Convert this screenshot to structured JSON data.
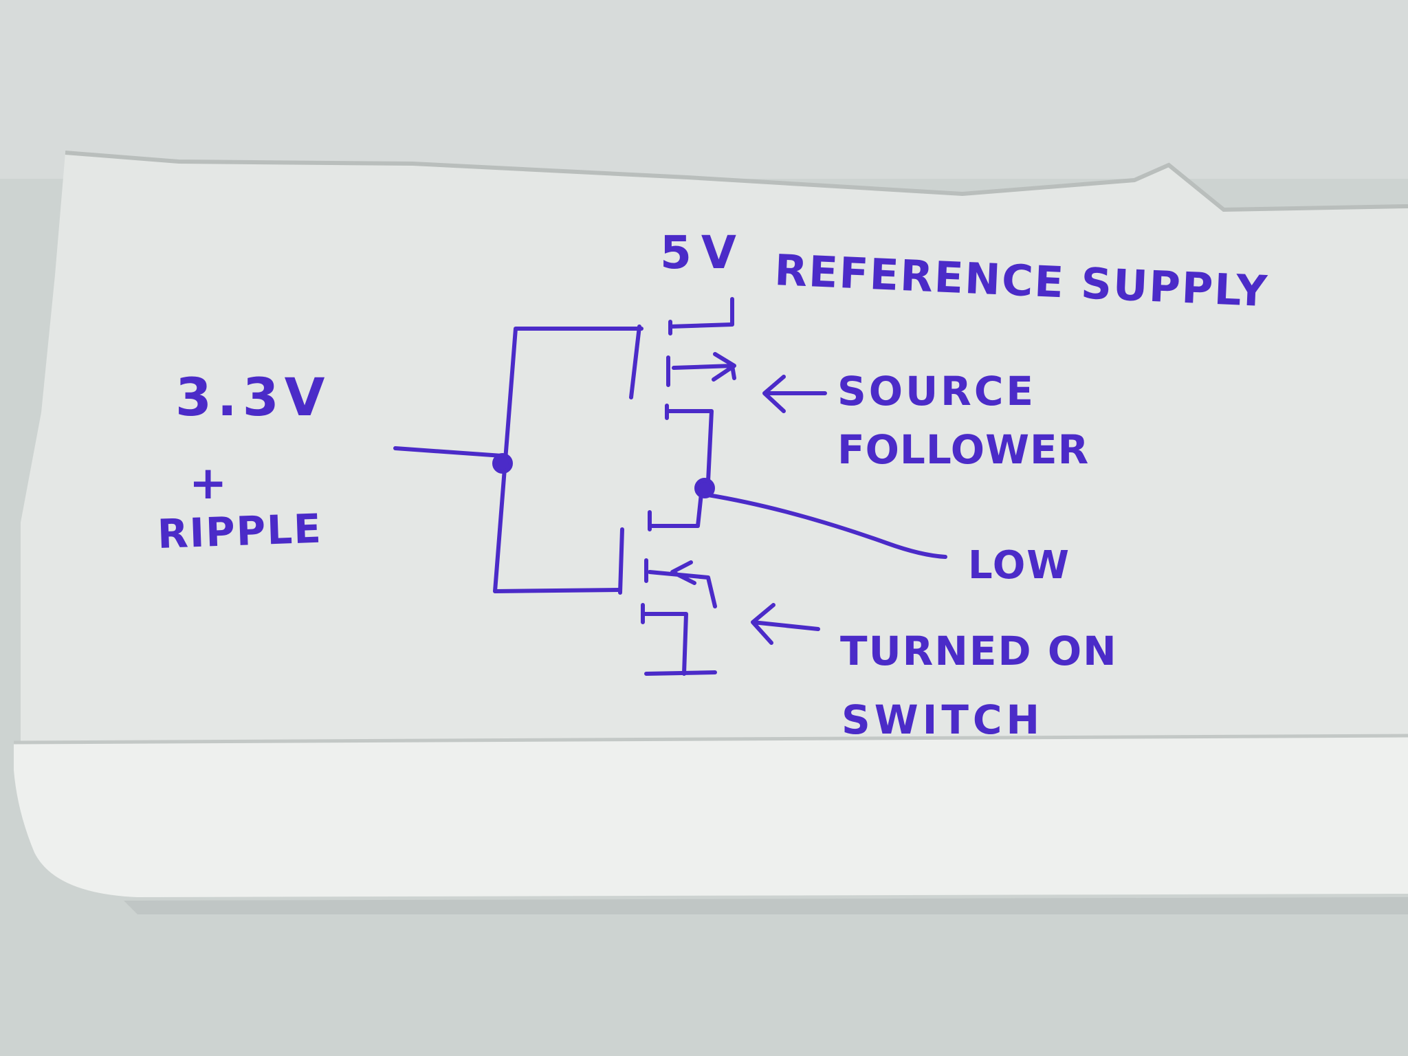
{
  "labels": {
    "supply_voltage": "5V",
    "supply_name": "REFERENCE SUPPLY",
    "input_voltage": "3.3V",
    "input_plus": "+",
    "input_ripple": "RIPPLE",
    "upper_transistor_line1": "SOURCE",
    "upper_transistor_line2": "FOLLOWER",
    "output": "LOW",
    "lower_transistor_line1": "TURNED ON",
    "lower_transistor_line2": "SWITCH"
  },
  "colors": {
    "ink": "#4b2bc8",
    "paper": "#e6e9e7",
    "background": "#cfd5d3",
    "folded_paper": "#eef0ee"
  }
}
